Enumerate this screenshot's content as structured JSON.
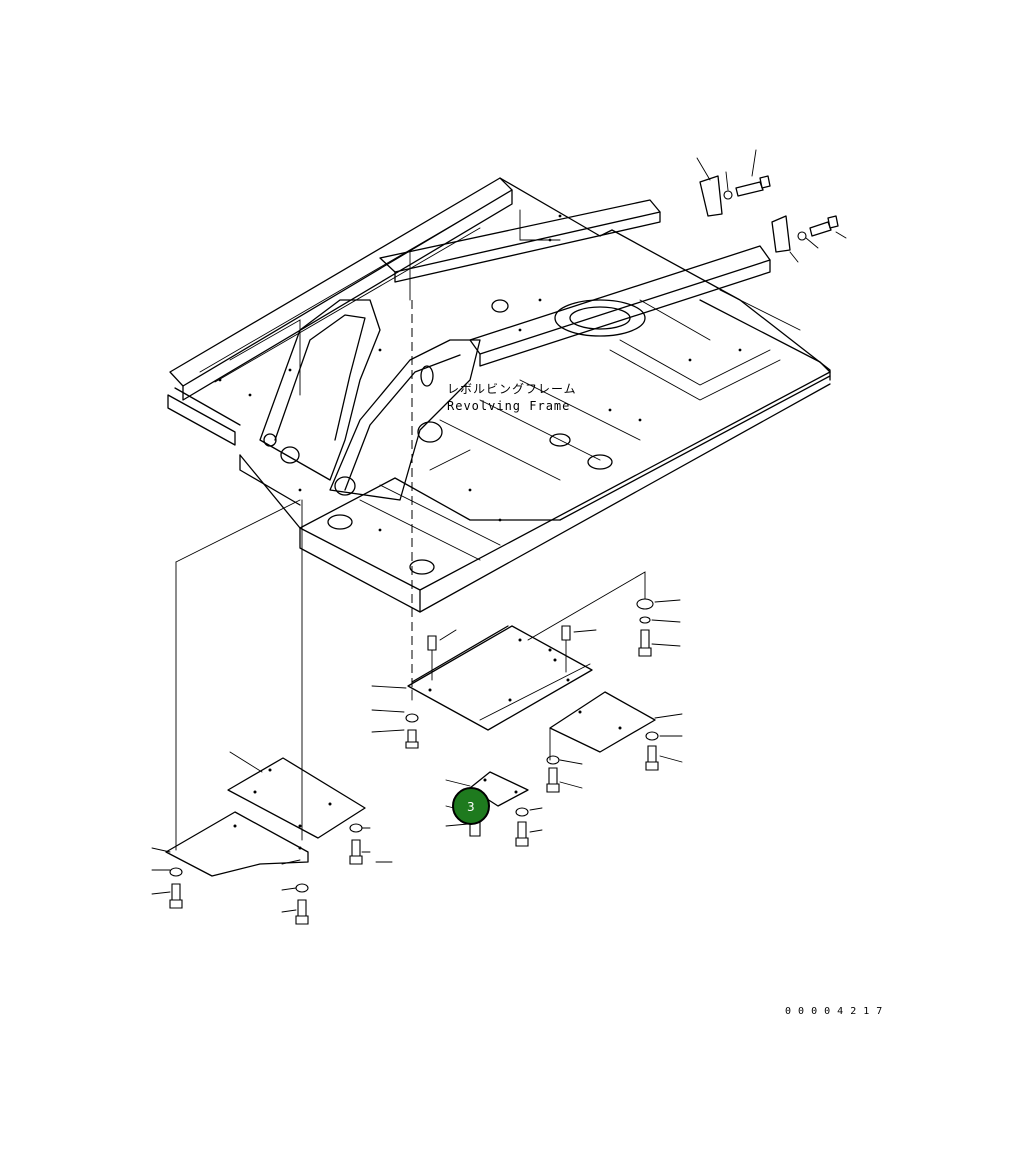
{
  "frame_label": {
    "japanese": "レボルビングフレーム",
    "english": "Revolving Frame"
  },
  "callout": {
    "number": "3",
    "color": "#1e7a1e"
  },
  "drawing_number": "0 0 0 0 4 2 1 7"
}
